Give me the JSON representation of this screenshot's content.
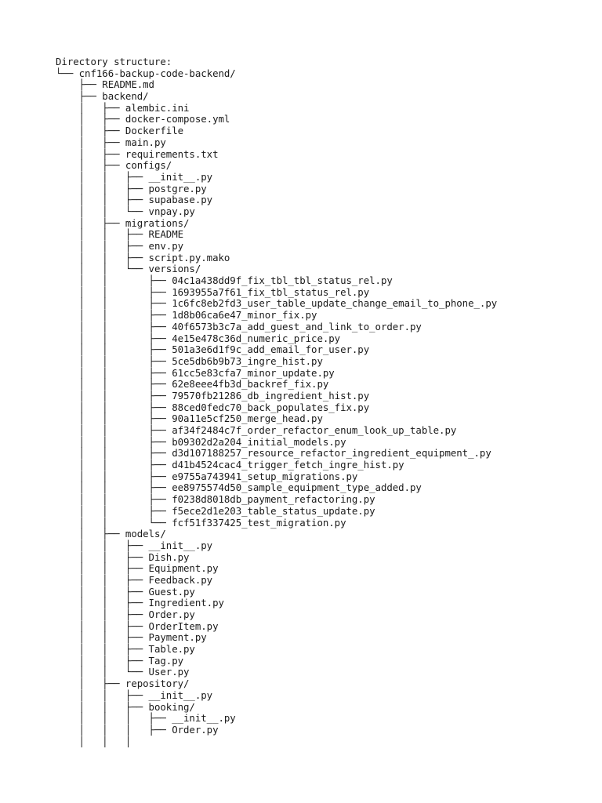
{
  "document": {
    "lines": [
      "Directory structure:",
      "└── cnf166-backup-code-backend/",
      "    ├── README.md",
      "    ├── backend/",
      "    │   ├── alembic.ini",
      "    │   ├── docker-compose.yml",
      "    │   ├── Dockerfile",
      "    │   ├── main.py",
      "    │   ├── requirements.txt",
      "    │   ├── configs/",
      "    │   │   ├── __init__.py",
      "    │   │   ├── postgre.py",
      "    │   │   ├── supabase.py",
      "    │   │   └── vnpay.py",
      "    │   ├── migrations/",
      "    │   │   ├── README",
      "    │   │   ├── env.py",
      "    │   │   ├── script.py.mako",
      "    │   │   └── versions/",
      "    │   │       ├── 04c1a438dd9f_fix_tbl_tbl_status_rel.py",
      "    │   │       ├── 1693955a7f61_fix_tbl_status_rel.py",
      "    │   │       ├── 1c6fc8eb2fd3_user_table_update_change_email_to_phone_.py",
      "    │   │       ├── 1d8b06ca6e47_minor_fix.py",
      "    │   │       ├── 40f6573b3c7a_add_guest_and_link_to_order.py",
      "    │   │       ├── 4e15e478c36d_numeric_price.py",
      "    │   │       ├── 501a3e6d1f9c_add_email_for_user.py",
      "    │   │       ├── 5ce5db6b9b73_ingre_hist.py",
      "    │   │       ├── 61cc5e83cfa7_minor_update.py",
      "    │   │       ├── 62e8eee4fb3d_backref_fix.py",
      "    │   │       ├── 79570fb21286_db_ingredient_hist.py",
      "    │   │       ├── 88ced0fedc70_back_populates_fix.py",
      "    │   │       ├── 90a11e5cf250_merge_head.py",
      "    │   │       ├── af34f2484c7f_order_refactor_enum_look_up_table.py",
      "    │   │       ├── b09302d2a204_initial_models.py",
      "    │   │       ├── d3d107188257_resource_refactor_ingredient_equipment_.py",
      "    │   │       ├── d41b4524cac4_trigger_fetch_ingre_hist.py",
      "    │   │       ├── e9755a743941_setup_migrations.py",
      "    │   │       ├── ee8975574d50_sample_equipment_type_added.py",
      "    │   │       ├── f0238d8018db_payment_refactoring.py",
      "    │   │       ├── f5ece2d1e203_table_status_update.py",
      "    │   │       └── fcf51f337425_test_migration.py",
      "    │   ├── models/",
      "    │   │   ├── __init__.py",
      "    │   │   ├── Dish.py",
      "    │   │   ├── Equipment.py",
      "    │   │   ├── Feedback.py",
      "    │   │   ├── Guest.py",
      "    │   │   ├── Ingredient.py",
      "    │   │   ├── Order.py",
      "    │   │   ├── OrderItem.py",
      "    │   │   ├── Payment.py",
      "    │   │   ├── Table.py",
      "    │   │   ├── Tag.py",
      "    │   │   └── User.py",
      "    │   ├── repository/",
      "    │   │   ├── __init__.py",
      "    │   │   ├── booking/",
      "    │   │   │   ├── __init__.py",
      "    │   │   │   ├── Order.py",
      "    │   │   │   "
    ]
  }
}
